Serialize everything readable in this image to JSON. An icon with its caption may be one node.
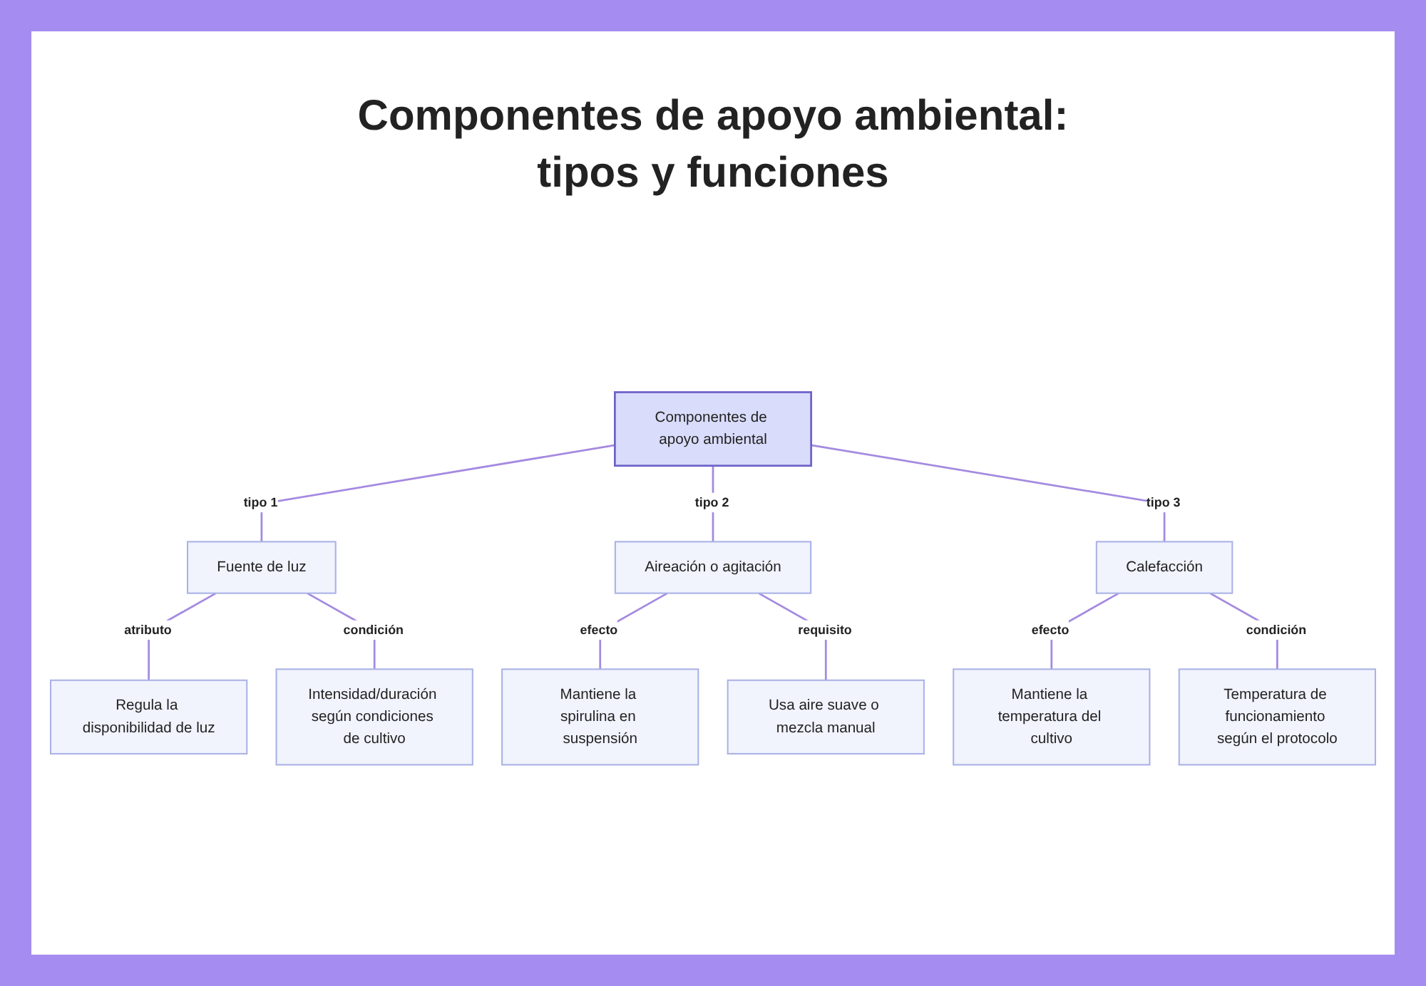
{
  "diagram": {
    "title": "Componentes de apoyo ambiental: tipos y funciones",
    "nodes": [
      {
        "text": [
          "Componentes de apoyo ambiental"
        ]
      },
      {
        "text": [
          "Fuente de luz"
        ]
      },
      {
        "text": [
          "Aireación o agitación"
        ]
      },
      {
        "text": [
          "Calefacción"
        ]
      },
      {
        "text": [
          "Regula la disponibilidad de luz"
        ]
      },
      {
        "text": [
          "Intensidad/duración según condiciones de cultivo"
        ]
      },
      {
        "text": [
          "Mantiene la spirulina en suspensión"
        ]
      },
      {
        "text": [
          "Usa aire suave o mezcla manual"
        ]
      },
      {
        "text": [
          "Mantiene la temperatura del cultivo"
        ]
      },
      {
        "text": [
          "Temperatura de funcionamiento según el protocolo"
        ]
      }
    ],
    "edges": [
      {
        "from": 0,
        "to": 1,
        "arrow": "none",
        "label": "tipo 1"
      },
      {
        "from": 0,
        "to": 2,
        "arrow": "none",
        "label": "tipo 2"
      },
      {
        "from": 0,
        "to": 3,
        "arrow": "none",
        "label": "tipo 3"
      },
      {
        "from": 1,
        "to": 4,
        "arrow": "none",
        "label": "atributo"
      },
      {
        "from": 1,
        "to": 5,
        "arrow": "none",
        "label": "condición"
      },
      {
        "from": 2,
        "to": 6,
        "arrow": "none",
        "label": "efecto"
      },
      {
        "from": 2,
        "to": 7,
        "arrow": "none",
        "label": "requisito"
      },
      {
        "from": 3,
        "to": 8,
        "arrow": "none",
        "label": "efecto"
      },
      {
        "from": 3,
        "to": 9,
        "arrow": "none",
        "label": "condición"
      }
    ]
  }
}
